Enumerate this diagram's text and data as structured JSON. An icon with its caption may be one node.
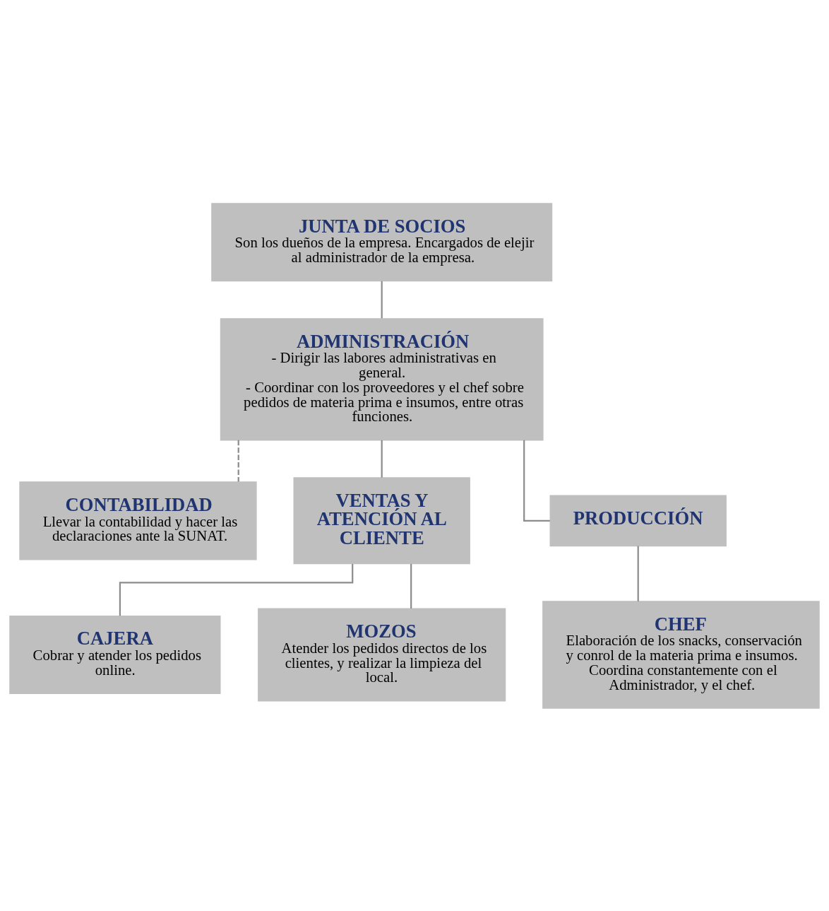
{
  "diagram": {
    "nodes": [
      {
        "text": [
          "JUNTA DE SOCIOS",
          "Son los dueños de la empresa. Encargados de elejir al administrador de la empresa."
        ]
      },
      {
        "text": [
          "ADMINISTRACIÓN",
          "- Dirigir las labores administrativas en general.",
          "- Coordinar con los proveedores y el chef sobre pedidos de materia prima e insumos, entre otras funciones."
        ]
      },
      {
        "text": [
          "CONTABILIDAD",
          "Llevar la contabilidad y hacer las declaraciones ante la SUNAT."
        ]
      },
      {
        "text": [
          "VENTAS Y ATENCIÓN AL CLIENTE"
        ]
      },
      {
        "text": [
          "PRODUCCIÓN"
        ]
      },
      {
        "text": [
          "CAJERA",
          "Cobrar y atender los pedidos online."
        ]
      },
      {
        "text": [
          "MOZOS",
          "Atender los pedidos directos de los clientes, y realizar la limpieza del local."
        ]
      },
      {
        "text": [
          "CHEF",
          "Elaboración de los snacks, conservación y conrol de la materia prima e insumos. Coordina constantemente con el Administrador, y el chef."
        ]
      }
    ],
    "edges": [
      {
        "from": 0,
        "to": 1,
        "arrow": "none"
      },
      {
        "from": 1,
        "to": 2,
        "arrow": "none",
        "style": "dashed"
      },
      {
        "from": 1,
        "to": 3,
        "arrow": "none"
      },
      {
        "from": 1,
        "to": 4,
        "arrow": "none"
      },
      {
        "from": 3,
        "to": 5,
        "arrow": "none"
      },
      {
        "from": 3,
        "to": 6,
        "arrow": "none"
      },
      {
        "from": 4,
        "to": 7,
        "arrow": "none"
      }
    ]
  }
}
